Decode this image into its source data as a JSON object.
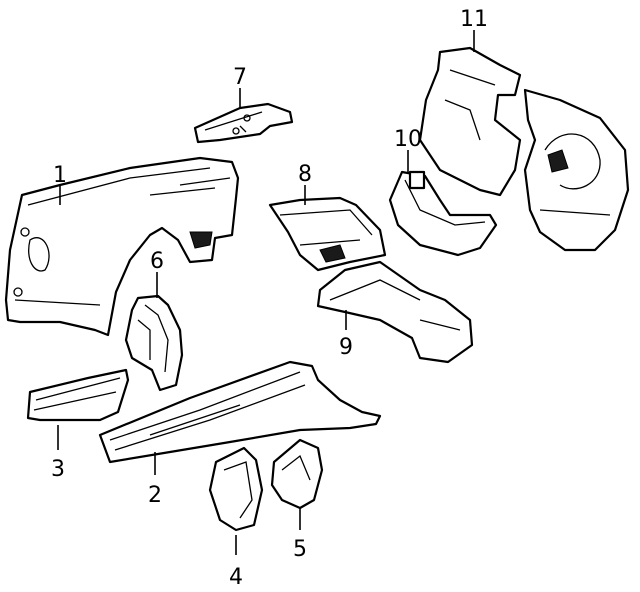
{
  "callouts": [
    {
      "id": "1",
      "label": "1"
    },
    {
      "id": "2",
      "label": "2"
    },
    {
      "id": "3",
      "label": "3"
    },
    {
      "id": "4",
      "label": "4"
    },
    {
      "id": "5",
      "label": "5"
    },
    {
      "id": "6",
      "label": "6"
    },
    {
      "id": "7",
      "label": "7"
    },
    {
      "id": "8",
      "label": "8"
    },
    {
      "id": "9",
      "label": "9"
    },
    {
      "id": "10",
      "label": "10"
    },
    {
      "id": "11",
      "label": "11"
    }
  ],
  "colors": {
    "line": "#000000",
    "background": "#ffffff",
    "shade": "#1a1a1a"
  }
}
